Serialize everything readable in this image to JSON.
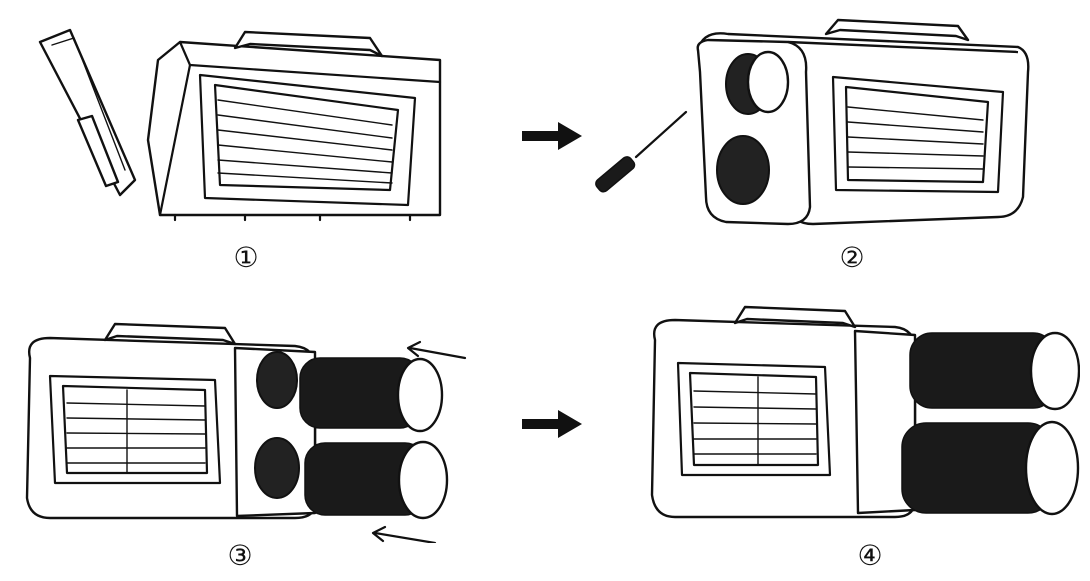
{
  "steps": [
    {
      "id": 1,
      "label": "①"
    },
    {
      "id": 2,
      "label": "②"
    },
    {
      "id": 3,
      "label": "③"
    },
    {
      "id": 4,
      "label": "④"
    }
  ],
  "arrows": [
    {
      "from": 1,
      "to": 2,
      "direction": "right",
      "icon": "right-arrow-icon"
    },
    {
      "from": 3,
      "to": 4,
      "direction": "right",
      "icon": "right-arrow-icon"
    }
  ],
  "colors": {
    "line": "#111111",
    "background": "#ffffff",
    "hose": "#1a1a1a"
  }
}
